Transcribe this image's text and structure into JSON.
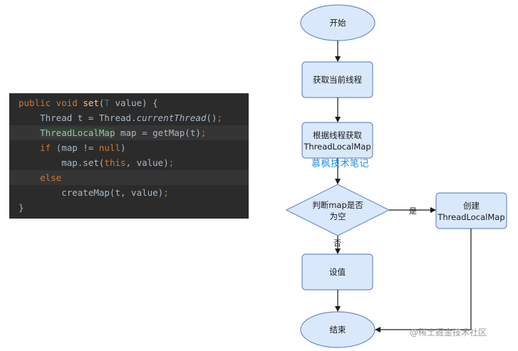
{
  "code": {
    "lines": [
      [
        {
          "t": "public void ",
          "c": "kw"
        },
        {
          "t": "set",
          "c": "fn"
        },
        {
          "t": "(",
          "c": ""
        },
        {
          "t": "T",
          "c": "tp"
        },
        {
          "t": " value) {",
          "c": ""
        }
      ],
      [
        {
          "t": "    Thread t = Thread.",
          "c": ""
        },
        {
          "t": "currentThread",
          "c": "it"
        },
        {
          "t": "()",
          "c": ""
        },
        {
          "t": ";",
          "c": "pc"
        }
      ],
      [
        {
          "t": "    ",
          "c": ""
        },
        {
          "t": "ThreadLocalMap",
          "c": "hl-word"
        },
        {
          "t": " map = getMap(t)",
          "c": ""
        },
        {
          "t": ";",
          "c": "pc"
        }
      ],
      [
        {
          "t": "    ",
          "c": ""
        },
        {
          "t": "if",
          "c": "kw"
        },
        {
          "t": " (map != ",
          "c": ""
        },
        {
          "t": "null",
          "c": "kw"
        },
        {
          "t": ")",
          "c": ""
        }
      ],
      [
        {
          "t": "        map.set(",
          "c": ""
        },
        {
          "t": "this",
          "c": "kw"
        },
        {
          "t": ", value)",
          "c": ""
        },
        {
          "t": ";",
          "c": "pc"
        }
      ],
      [
        {
          "t": "    ",
          "c": ""
        },
        {
          "t": "else",
          "c": "kw"
        }
      ],
      [
        {
          "t": "        createMap(t, value)",
          "c": ""
        },
        {
          "t": ";",
          "c": "pc"
        }
      ],
      [
        {
          "t": "}",
          "c": ""
        }
      ]
    ],
    "highlighted_lines": [
      2,
      5
    ]
  },
  "flowchart": {
    "start": "开始",
    "get_thread": "获取当前线程",
    "get_map": "根据线程获取\nThreadLocalMap",
    "decision": "判断map是否\n为空",
    "create": "创建\nThreadLocalMap",
    "set_value": "设值",
    "end": "结束",
    "yes_label": "是",
    "no_label": "否"
  },
  "watermarks": {
    "overlay": "慕枫技术笔记",
    "corner": "@稀土掘金技术社区"
  },
  "colors": {
    "node_fill": "#dae8fc",
    "node_stroke": "#6c8ebf",
    "edge": "#1a1a1a",
    "code_bg": "#2b2b2b"
  }
}
